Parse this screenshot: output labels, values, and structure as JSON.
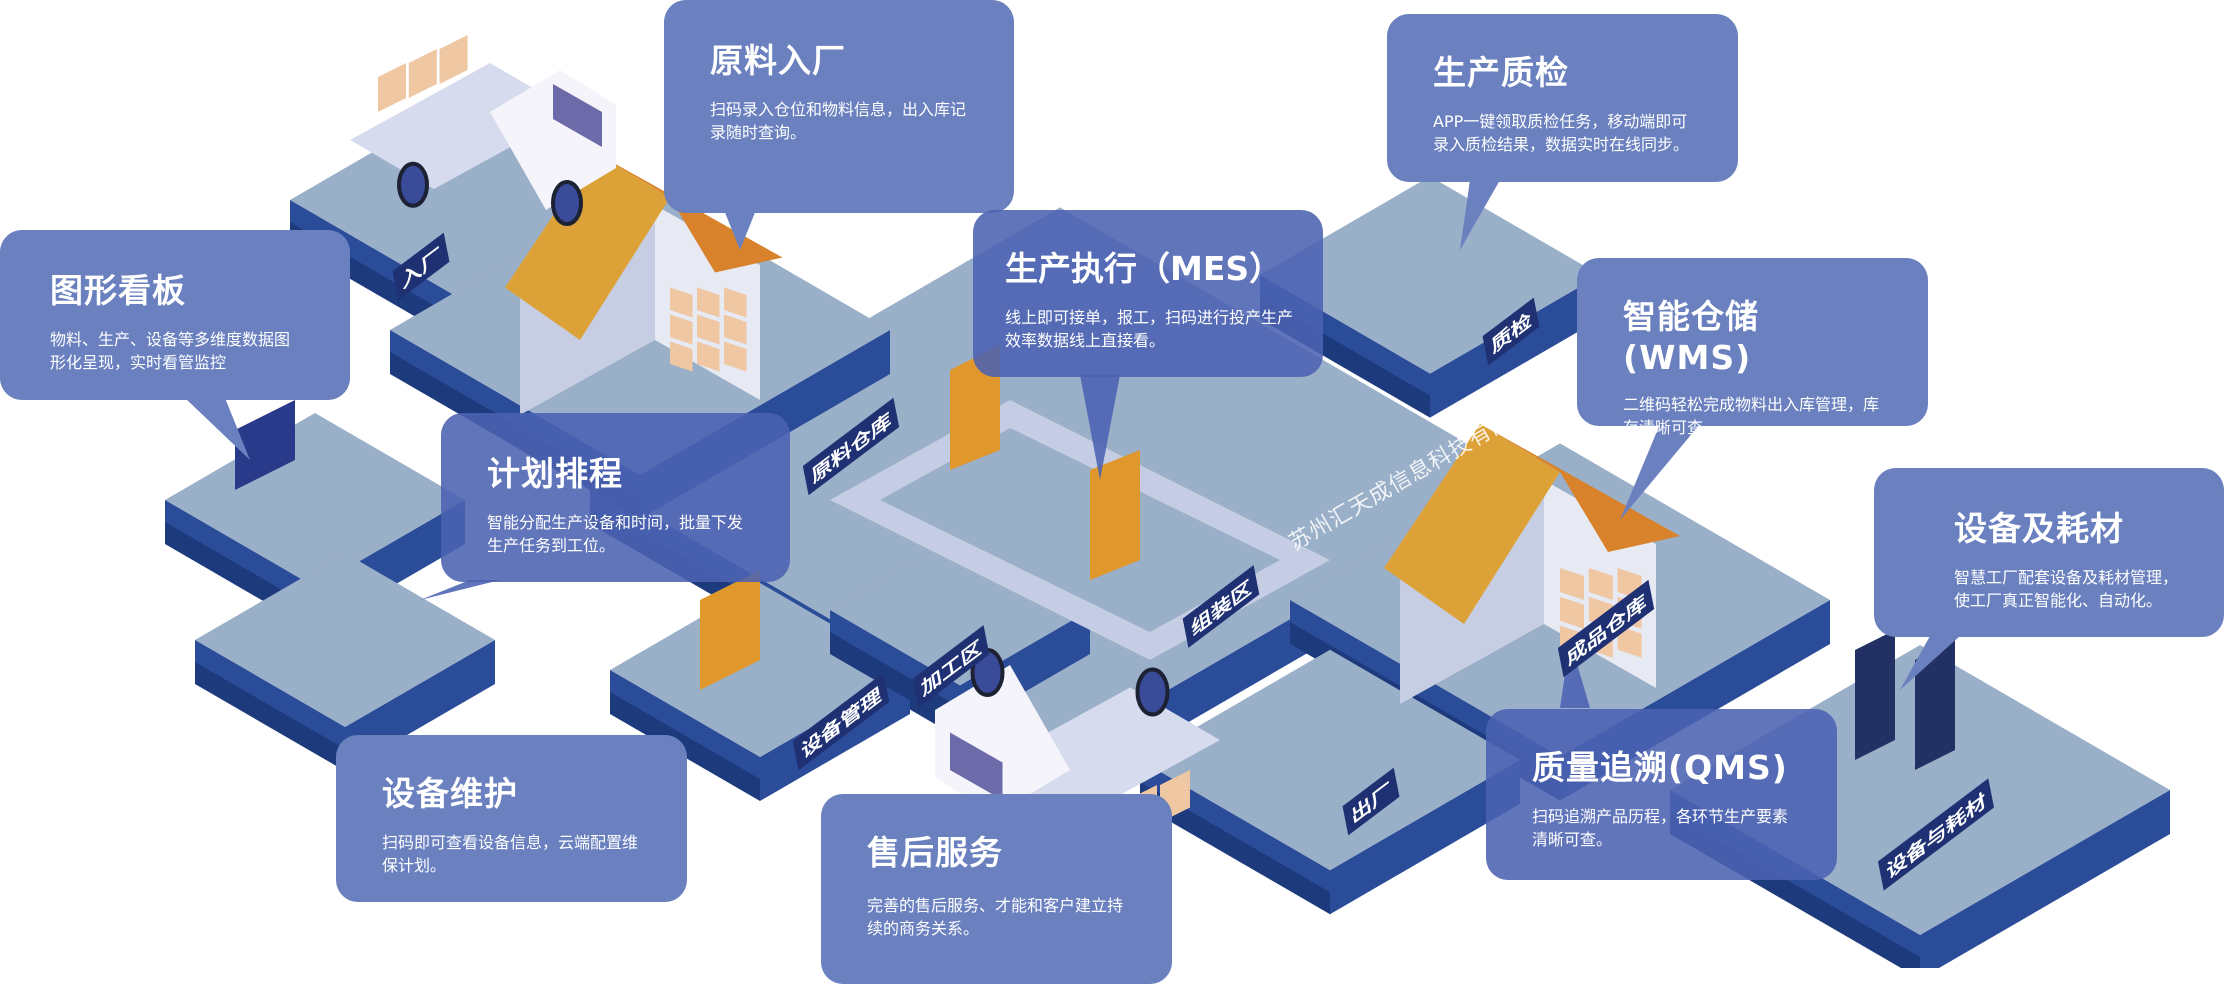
{
  "callouts": [
    {
      "id": "raw-material-in",
      "title": "原料入厂",
      "body": "扫码录入仓位和物料信息，出入库记录随时查询。"
    },
    {
      "id": "quality-inspection",
      "title": "生产质检",
      "body": "APP一键领取质检任务，移动端即可录入质检结果，数据实时在线同步。"
    },
    {
      "id": "dashboard",
      "title": "图形看板",
      "body": "物料、生产、设备等多维度数据图形化呈现，实时看管监控"
    },
    {
      "id": "mes",
      "title": "生产执行（MES）",
      "body": "线上即可接单，报工，扫码进行投产生产效率数据线上直接看。"
    },
    {
      "id": "wms",
      "title": "智能仓储(WMS)",
      "body": "二维码轻松完成物料出入库管理，库存清晰可查。"
    },
    {
      "id": "scheduling",
      "title": "计划排程",
      "body": "智能分配生产设备和时间，批量下发生产任务到工位。"
    },
    {
      "id": "equipment-consumables",
      "title": "设备及耗材",
      "body": "智慧工厂配套设备及耗材管理，使工厂真正智能化、自动化。"
    },
    {
      "id": "equipment-maintenance",
      "title": "设备维护",
      "body": "扫码即可查看设备信息，云端配置维保计划。"
    },
    {
      "id": "after-sales",
      "title": "售后服务",
      "body": "完善的售后服务、才能和客户建立持续的商务关系。"
    },
    {
      "id": "qms",
      "title": "质量追溯(QMS)",
      "body": "扫码追溯产品历程，各环节生产要素清晰可查。"
    }
  ],
  "zones": [
    "入厂",
    "原料仓库",
    "质检",
    "组装区",
    "加工区",
    "设备管理",
    "出厂",
    "成品仓库",
    "设备与耗材"
  ],
  "watermark": "苏州汇天成信息科技有限公司",
  "colors": {
    "callout": "#6a80bf",
    "floor": "#9aafc8",
    "side": "#2b4c99",
    "side_dark": "#1d3a7c",
    "roof": "#dca237",
    "roof_dark": "#d8832b"
  }
}
